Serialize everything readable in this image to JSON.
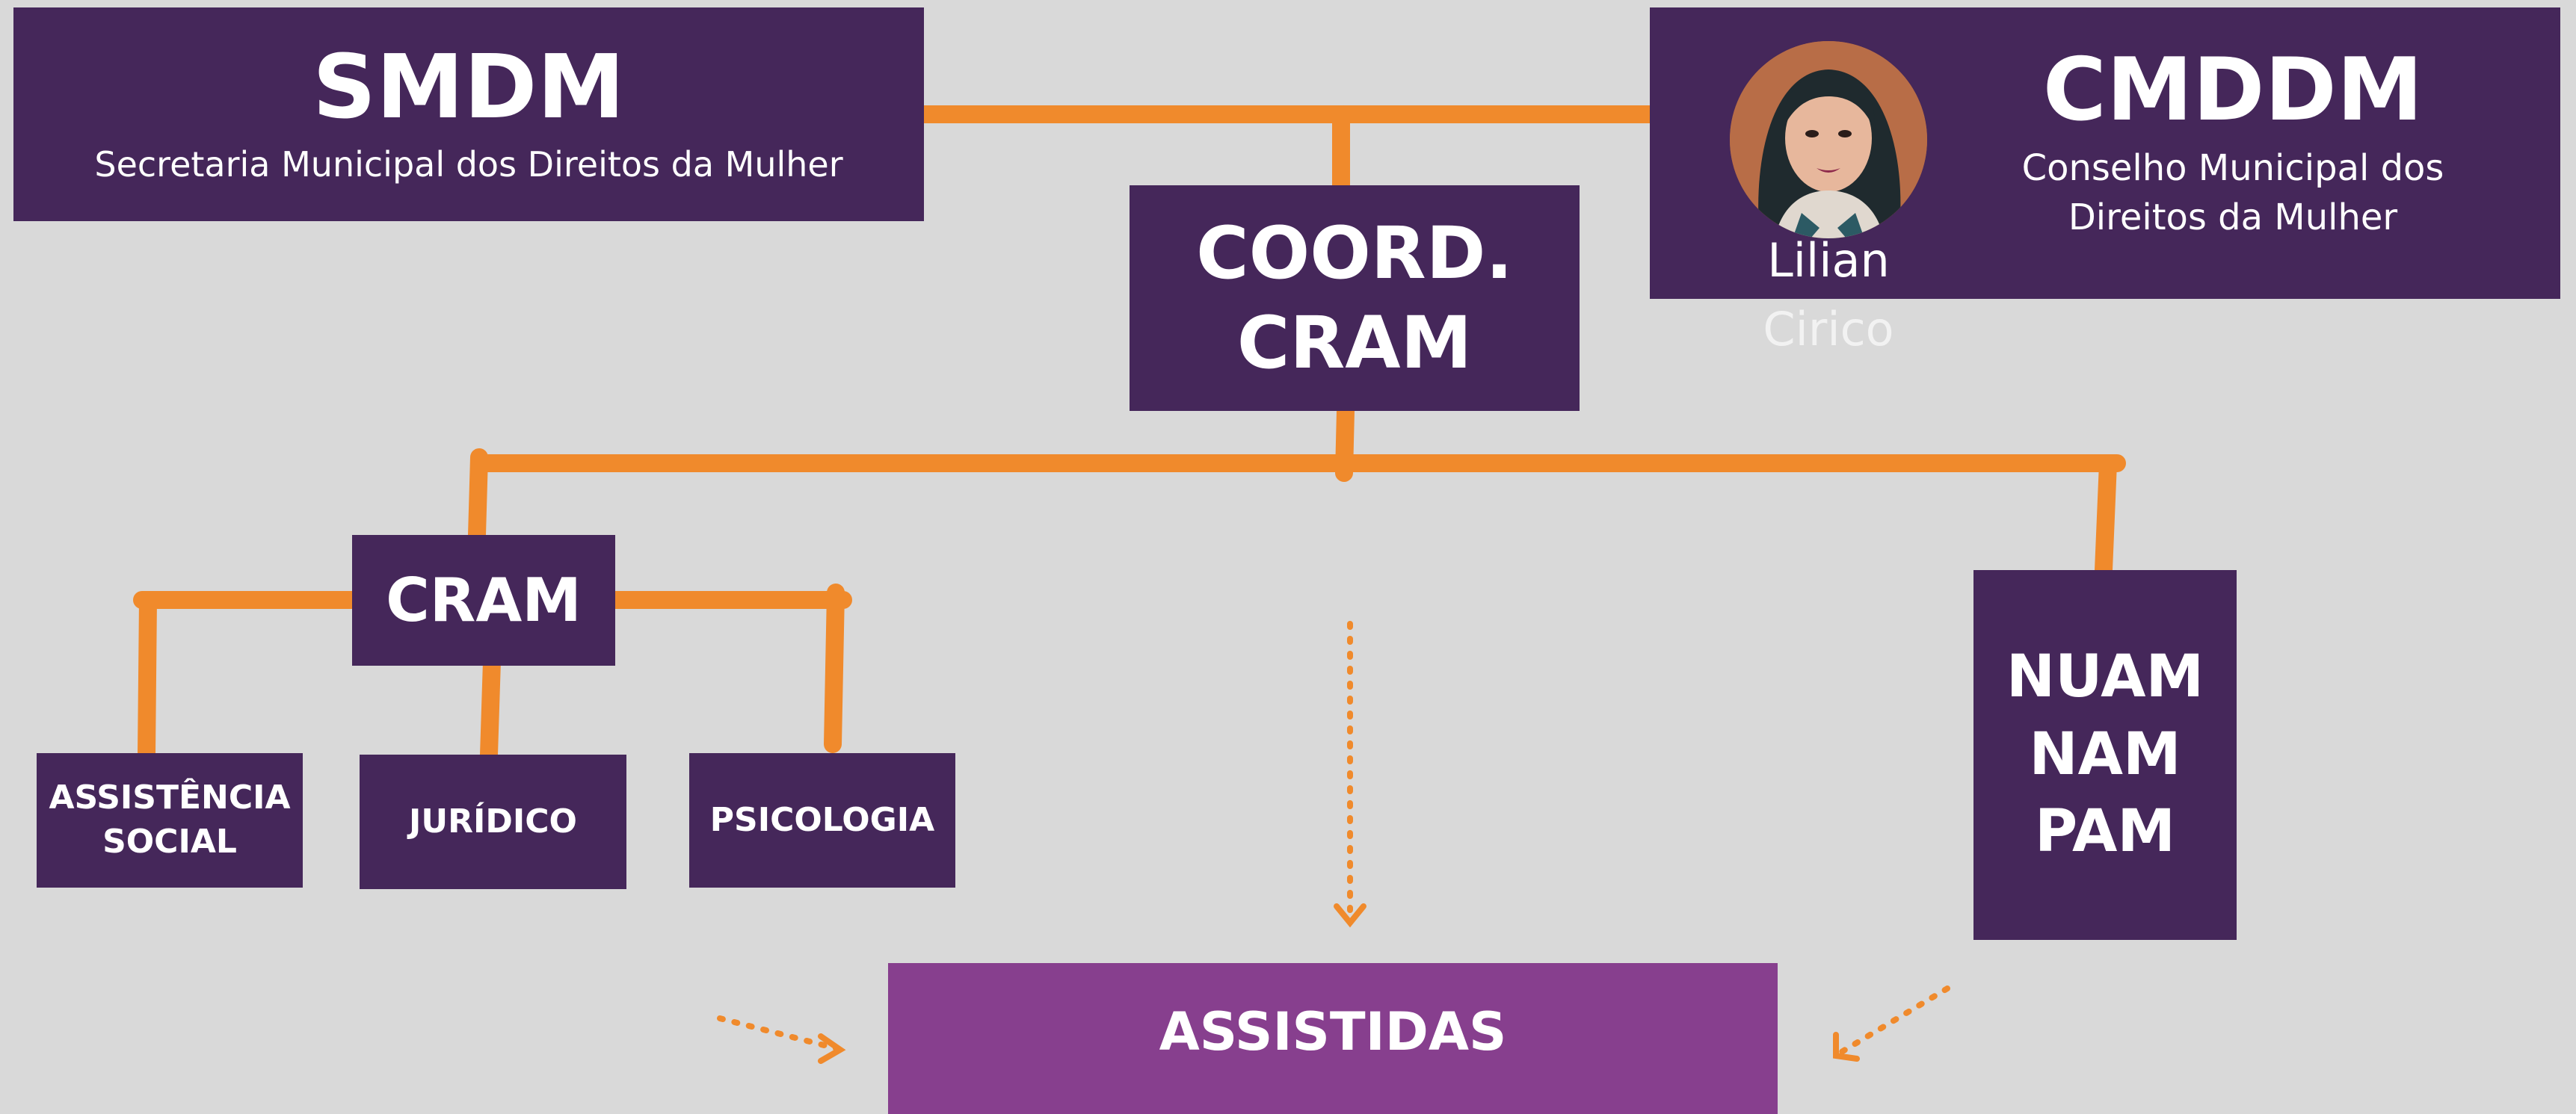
{
  "smdm": {
    "title": "SMDM",
    "subtitle": "Secretaria Municipal dos Direitos da Mulher"
  },
  "cmddm": {
    "title": "CMDDM",
    "subtitle_line1": "Conselho Municipal dos",
    "subtitle_line2": "Direitos da Mulher"
  },
  "person": {
    "first_name": "Lilian",
    "last_name": "Cirico"
  },
  "coord": {
    "line1": "COORD.",
    "line2": "CRAM"
  },
  "cram": {
    "label": "CRAM"
  },
  "assistencia": {
    "line1": "ASSISTÊNCIA",
    "line2": "SOCIAL"
  },
  "juridico": {
    "label": "JURÍDICO"
  },
  "psicologia": {
    "label": "PSICOLOGIA"
  },
  "nuam": {
    "line1": "NUAM",
    "line2": "NAM",
    "line3": "PAM"
  },
  "assistidas": {
    "label": "ASSISTIDAS"
  },
  "colors": {
    "box": "#45275a",
    "box_light": "#873f8e",
    "connector": "#f08a2c",
    "background": "#d9d9d9"
  }
}
